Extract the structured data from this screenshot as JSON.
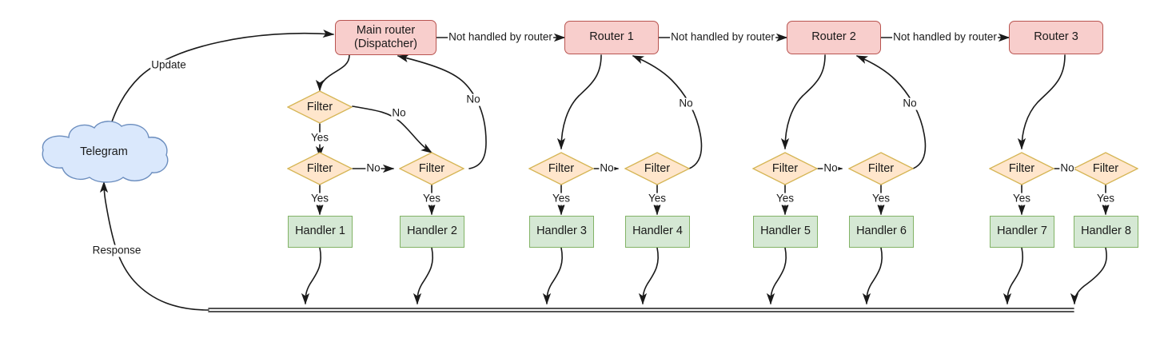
{
  "diagram": {
    "title": "Telegram bot dispatcher routing flow",
    "colors": {
      "router_fill": "#f8cecc",
      "router_stroke": "#b85450",
      "filter_fill": "#ffe6cc",
      "filter_stroke": "#d6b656",
      "handler_fill": "#d5e8d4",
      "handler_stroke": "#82b366",
      "cloud_fill": "#dae8fc",
      "cloud_stroke": "#6c8ebf",
      "edge_stroke": "#1a1a1a",
      "background": "#ffffff"
    },
    "source": {
      "label": "Telegram",
      "shape": "cloud"
    },
    "routers": [
      {
        "id": "main-router",
        "line1": "Main router",
        "line2": "(Dispatcher)"
      },
      {
        "id": "router-1",
        "line1": "Router 1",
        "line2": ""
      },
      {
        "id": "router-2",
        "line1": "Router 2",
        "line2": ""
      },
      {
        "id": "router-3",
        "line1": "Router 3",
        "line2": ""
      }
    ],
    "filters": [
      {
        "id": "filter-top-1",
        "label": "Filter"
      },
      {
        "id": "filter-1",
        "label": "Filter"
      },
      {
        "id": "filter-2",
        "label": "Filter"
      },
      {
        "id": "filter-3",
        "label": "Filter"
      },
      {
        "id": "filter-4",
        "label": "Filter"
      },
      {
        "id": "filter-5",
        "label": "Filter"
      },
      {
        "id": "filter-6",
        "label": "Filter"
      },
      {
        "id": "filter-7",
        "label": "Filter"
      },
      {
        "id": "filter-8",
        "label": "Filter"
      }
    ],
    "handlers": [
      {
        "id": "handler-1",
        "label": "Handler 1"
      },
      {
        "id": "handler-2",
        "label": "Handler 2"
      },
      {
        "id": "handler-3",
        "label": "Handler 3"
      },
      {
        "id": "handler-4",
        "label": "Handler 4"
      },
      {
        "id": "handler-5",
        "label": "Handler 5"
      },
      {
        "id": "handler-6",
        "label": "Handler 6"
      },
      {
        "id": "handler-7",
        "label": "Handler 7"
      },
      {
        "id": "handler-8",
        "label": "Handler 8"
      }
    ],
    "edge_labels": {
      "update": "Update",
      "response": "Response",
      "not_handled_1": "Not handled by router",
      "not_handled_2": "Not handled by router",
      "not_handled_3": "Not handled by router",
      "yes_1": "Yes",
      "yes_2": "Yes",
      "yes_3": "Yes",
      "yes_4": "Yes",
      "yes_5": "Yes",
      "yes_6": "Yes",
      "yes_7": "Yes",
      "yes_8": "Yes",
      "yes_9": "Yes",
      "no_top": "No",
      "no_back_1": "No",
      "no_chain_1": "No",
      "no_chain_2": "No",
      "no_back_2": "No",
      "no_chain_3": "No",
      "no_back_3": "No",
      "no_chain_4": "No"
    }
  }
}
